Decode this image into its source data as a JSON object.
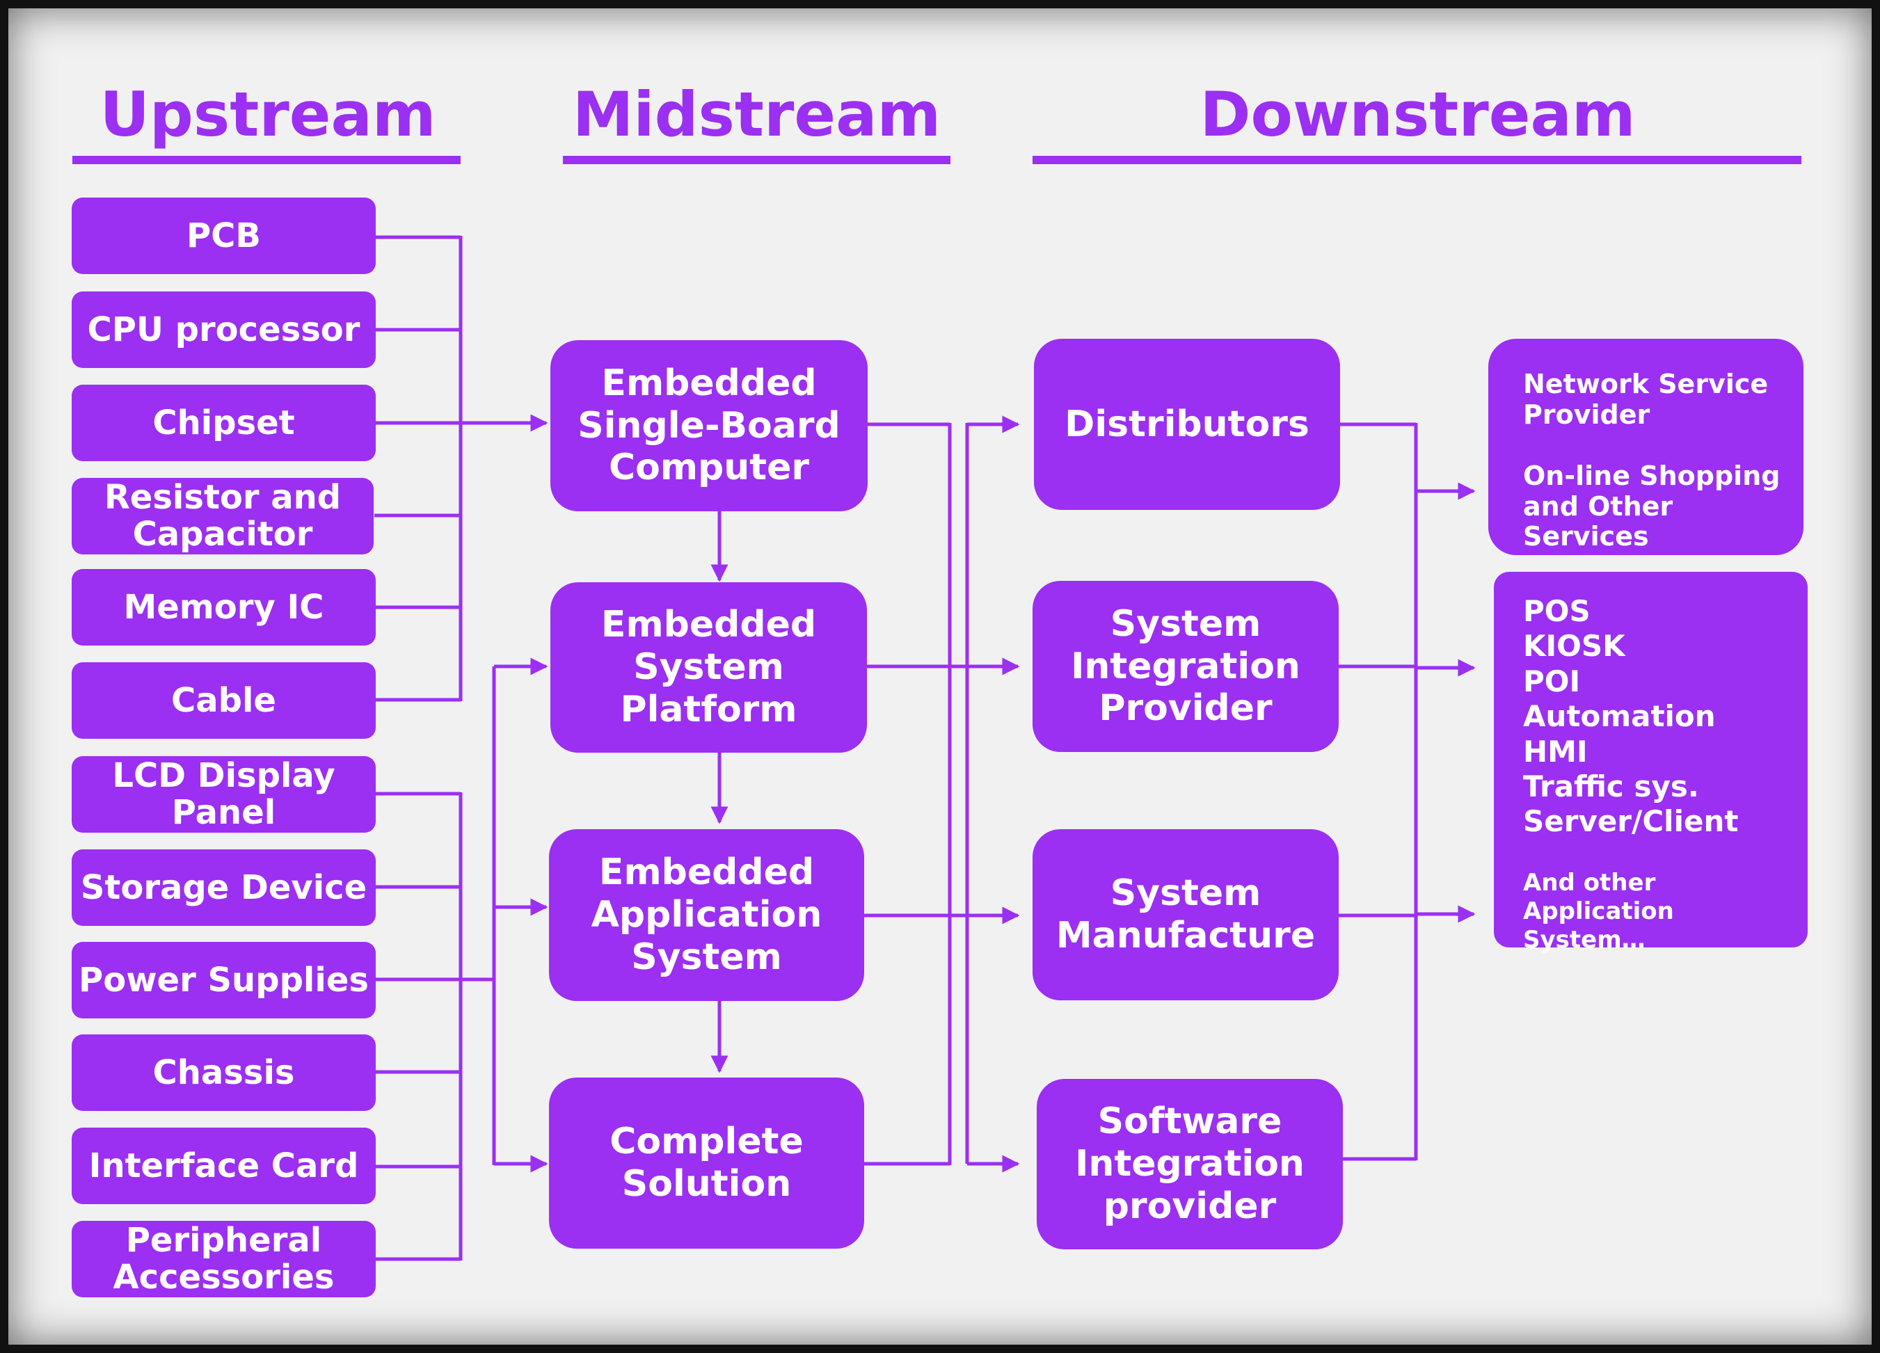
{
  "headers": {
    "upstream": "Upstream",
    "midstream": "Midstream",
    "downstream": "Downstream"
  },
  "upstream": [
    "PCB",
    "CPU processor",
    "Chipset",
    "Resistor and\nCapacitor",
    "Memory IC",
    "Cable",
    "LCD Display\nPanel",
    "Storage Device",
    "Power Supplies",
    "Chassis",
    "Interface Card",
    "Peripheral\nAccessories"
  ],
  "midstream": [
    "Embedded\nSingle-Board\nComputer",
    "Embedded\nSystem\nPlatform",
    "Embedded\nApplication\nSystem",
    "Complete\nSolution"
  ],
  "downstream": [
    "Distributors",
    "System\nIntegration\nProvider",
    "System\nManufacture",
    "Software\nIntegration\nprovider"
  ],
  "services": {
    "line1": "Network Service\nProvider",
    "line2": "On-line Shopping\nand Other Services"
  },
  "applications": {
    "list": "POS\nKIOSK\nPOI\nAutomation\nHMI\nTraffic sys.\nServer/Client",
    "other": "And other Application\nSystem…"
  },
  "colors": {
    "accent": "#9b2ff2",
    "text_on_accent": "#ffffff",
    "background": "#f1f1f1",
    "frame": "#111111"
  }
}
